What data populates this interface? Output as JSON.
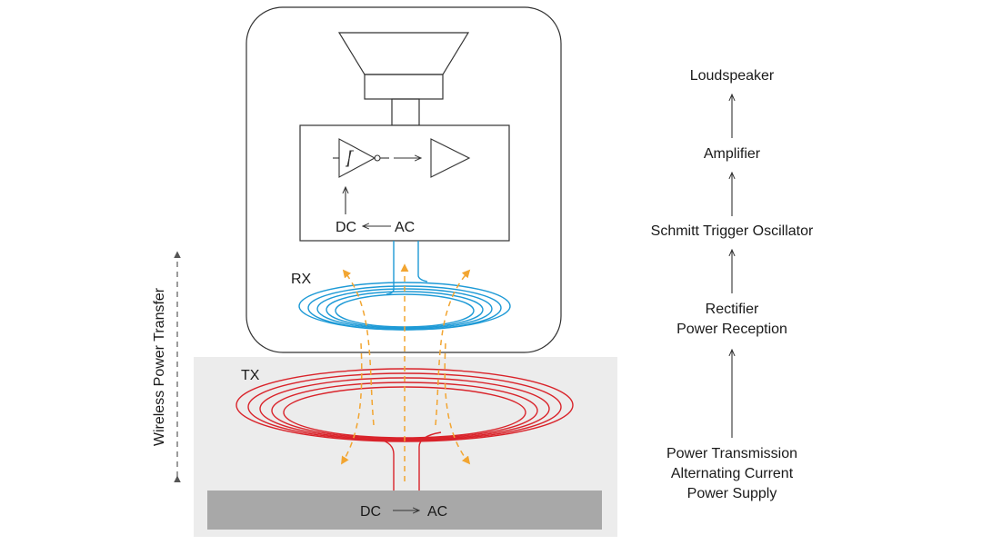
{
  "labels": {
    "rx": "RX",
    "tx": "TX",
    "rx_dc": "DC",
    "rx_ac": "AC",
    "tx_dc": "DC",
    "tx_ac": "AC",
    "side_axis": "Wireless Power Transfer"
  },
  "flow_steps": [
    "Loudspeaker",
    "Amplifier",
    "Schmitt Trigger Oscillator",
    "Rectifier",
    "Power Reception",
    "Power Transmission",
    "Alternating Current",
    "Power Supply"
  ],
  "colors": {
    "rx_coil": "#1e9ad6",
    "tx_coil": "#d9232a",
    "field_lines": "#f2a531",
    "base_panel": "#ececec",
    "supply_bar": "#a8a8a8",
    "outline": "#333333"
  }
}
